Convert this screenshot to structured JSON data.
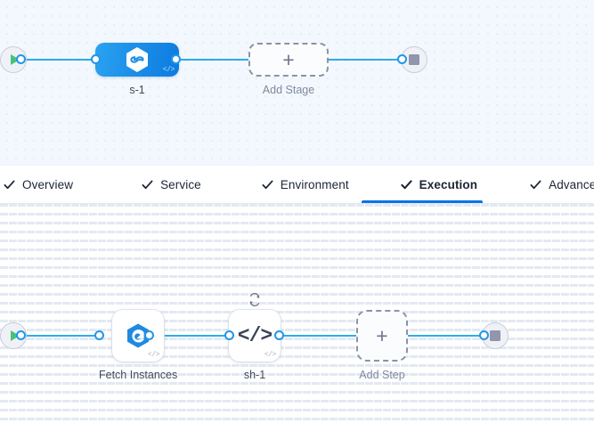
{
  "tabs": [
    {
      "label": "Overview",
      "icon": "check-icon",
      "active": false
    },
    {
      "label": "Service",
      "icon": "check-icon",
      "active": false
    },
    {
      "label": "Environment",
      "icon": "check-icon",
      "active": false
    },
    {
      "label": "Execution",
      "icon": "check-icon",
      "active": true
    },
    {
      "label": "Advanced",
      "icon": "check-icon",
      "active": false
    }
  ],
  "stage_canvas": {
    "start_node": {
      "icon": "play-icon"
    },
    "end_node": {
      "icon": "stop-icon"
    },
    "stage_node": {
      "label": "s-1",
      "icon": "hexagon-infinity-icon",
      "badge": "</>"
    },
    "add_stage": {
      "label": "Add Stage",
      "icon": "plus-icon"
    }
  },
  "step_canvas": {
    "start_node": {
      "icon": "play-icon"
    },
    "end_node": {
      "icon": "stop-icon"
    },
    "steps": [
      {
        "label": "Fetch Instances",
        "icon": "hexagon-e-icon",
        "badge": "</>",
        "loop": false
      },
      {
        "label": "sh-1",
        "icon": "shell-code-icon",
        "glyph": "</>",
        "badge": "</>",
        "loop": true,
        "loop_icon": "loop-icon"
      }
    ],
    "add_step": {
      "label": "Add Step",
      "icon": "plus-icon"
    }
  },
  "colors": {
    "edge": "#2eaaea",
    "port_ring": "#2196ea",
    "active_tab_underline": "#0a73e7",
    "stage_node_gradient_start": "#2aa3f0",
    "stage_node_gradient_end": "#0c7ce0",
    "play_green": "#46c37b",
    "stop_gray": "#9096ab",
    "canvas_top_bg": "#f2f8fd",
    "canvas_bottom_bg": "#ffffff"
  }
}
